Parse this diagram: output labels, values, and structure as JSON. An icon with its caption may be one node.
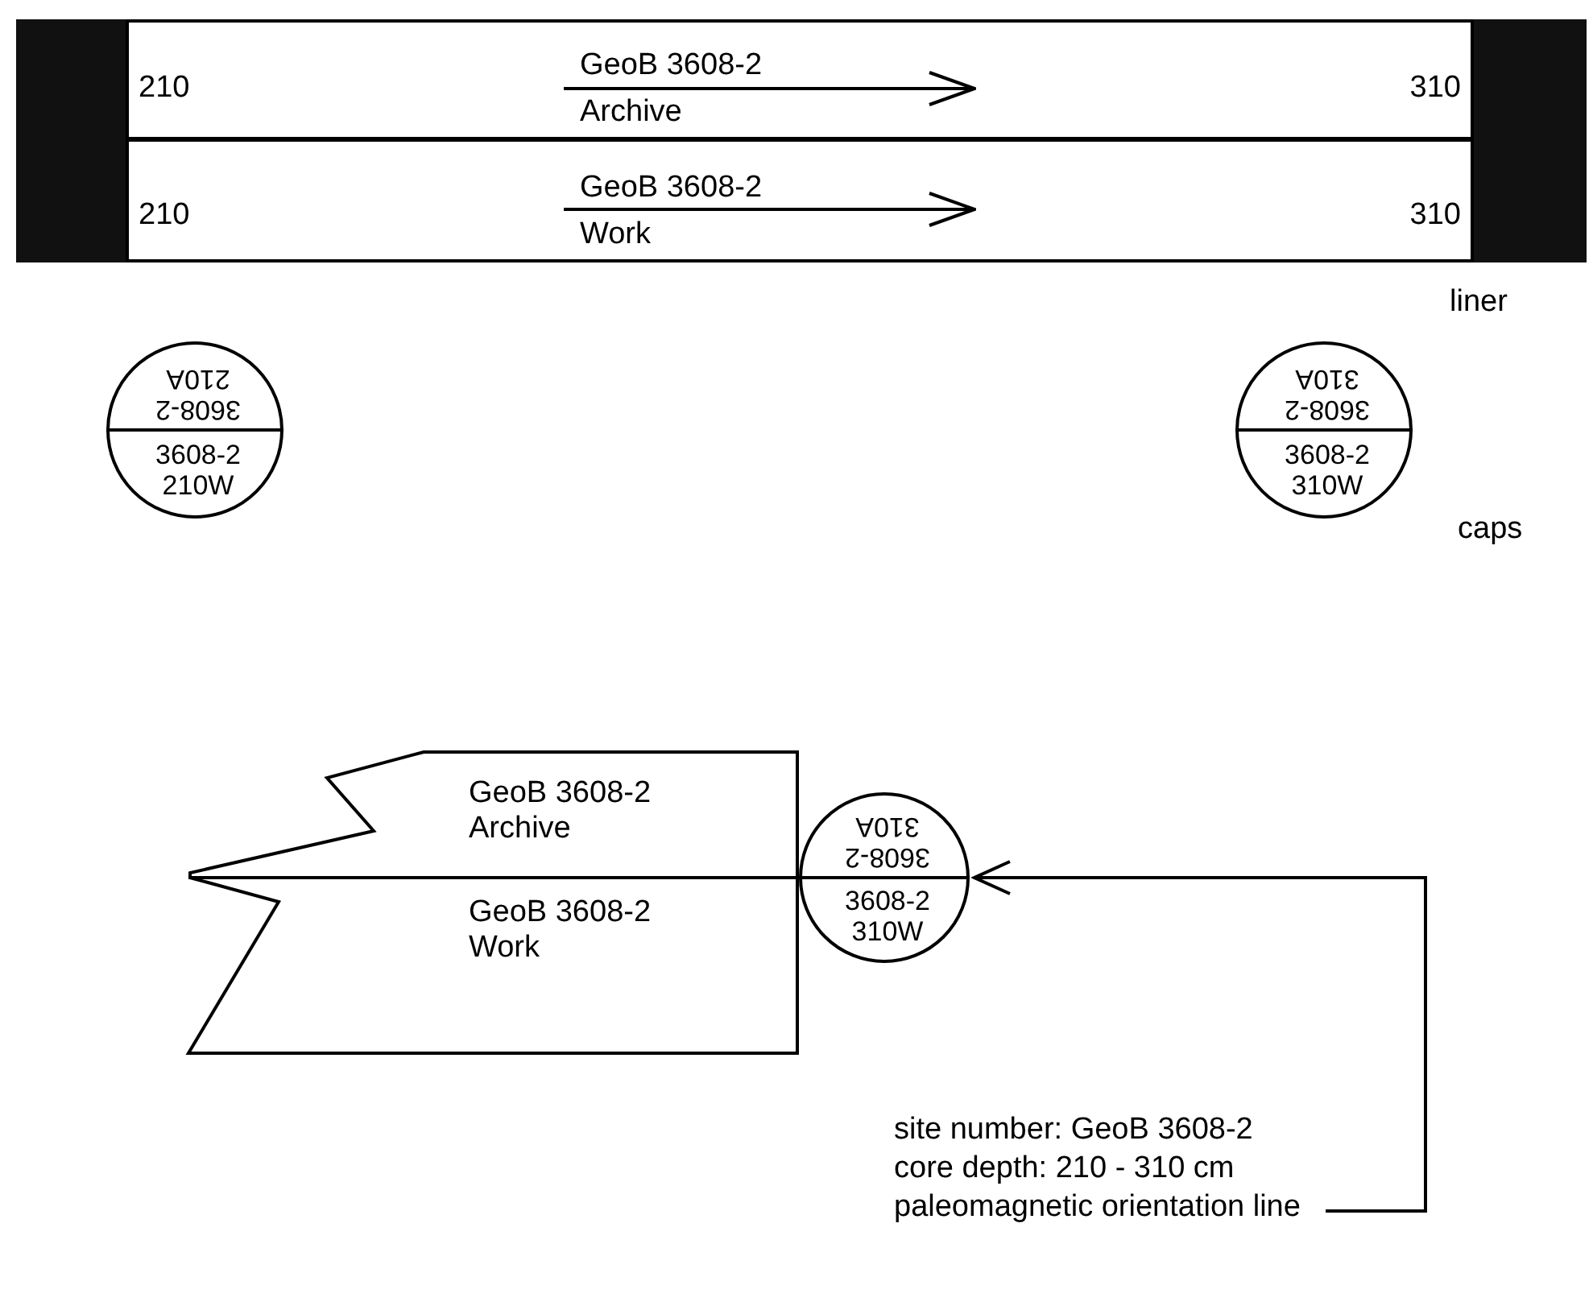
{
  "diagram": {
    "nodes": [
      {
        "text": [
          "210",
          "GeoB 3608-2",
          "Archive",
          "310"
        ]
      },
      {
        "text": [
          "210",
          "GeoB 3608-2",
          "Work",
          "310"
        ]
      },
      {
        "text": [
          "3608-2 210A",
          "3608-2 210W"
        ]
      },
      {
        "text": [
          "3608-2 310A",
          "3608-2 310W"
        ]
      },
      {
        "text": [
          "GeoB 3608-2 Archive"
        ]
      },
      {
        "text": [
          "GeoB 3608-2 Work"
        ]
      },
      {
        "text": [
          "3608-2 310A",
          "3608-2 310W"
        ]
      },
      {
        "text": [
          "site number: GeoB 3608-2 core depth: 210 - 310 cm paleomagnetic orientation line"
        ]
      }
    ],
    "edges": [
      {
        "from": 7,
        "to": 6,
        "arrow": "to"
      }
    ],
    "labels": [
      "liner",
      "caps"
    ]
  }
}
